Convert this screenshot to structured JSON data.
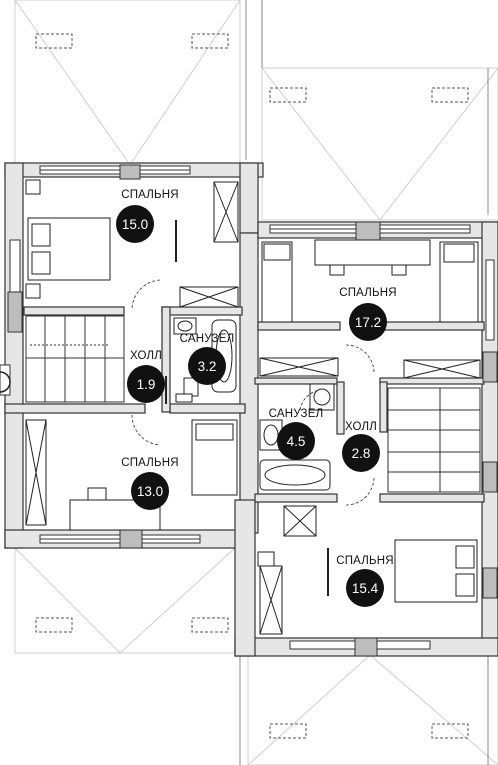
{
  "rooms": [
    {
      "id": "bedroom-1",
      "label": "СПАЛЬНЯ",
      "area": "15.0"
    },
    {
      "id": "bedroom-2",
      "label": "СПАЛЬНЯ",
      "area": "17.2"
    },
    {
      "id": "bathroom-1",
      "label": "САНУЗЕЛ",
      "area": "3.2"
    },
    {
      "id": "hall-1",
      "label": "ХОЛЛ",
      "area": "1.9"
    },
    {
      "id": "bathroom-2",
      "label": "САНУЗЕЛ",
      "area": "4.5"
    },
    {
      "id": "hall-2",
      "label": "ХОЛЛ",
      "area": "2.8"
    },
    {
      "id": "bedroom-3",
      "label": "СПАЛЬНЯ",
      "area": "13.0"
    },
    {
      "id": "bedroom-4",
      "label": "СПАЛЬНЯ",
      "area": "15.4"
    }
  ]
}
